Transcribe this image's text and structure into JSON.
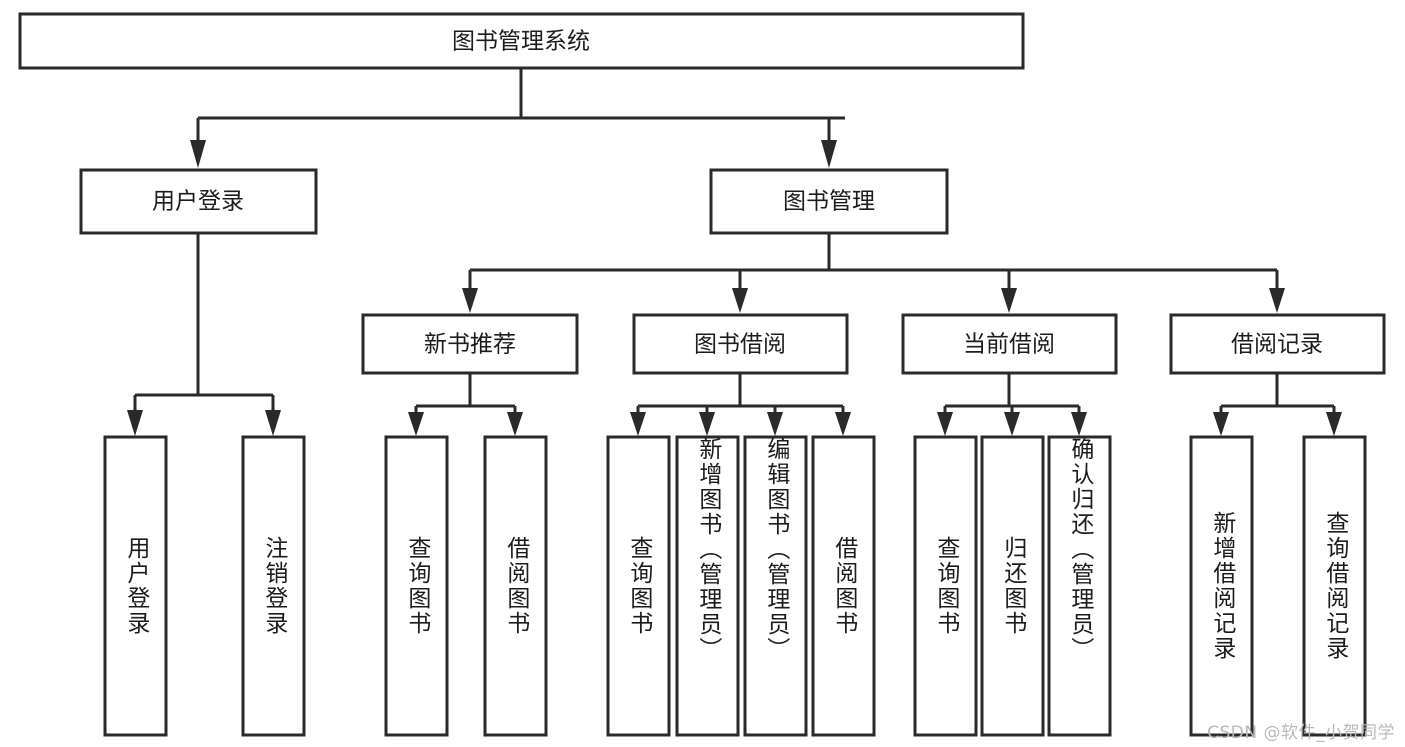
{
  "diagram": {
    "title": "图书管理系统",
    "type": "tree-hierarchy-chart",
    "watermark": "CSDN @软件_小贺同学",
    "colors": {
      "stroke": "#2a2a2a",
      "fill": "#ffffff",
      "text": "#1c1c1c",
      "watermark": "#b9b9b9"
    },
    "levels": {
      "root": {
        "label": "图书管理系统"
      },
      "level2": [
        {
          "id": "user-login",
          "label": "用户登录"
        },
        {
          "id": "book-management",
          "label": "图书管理"
        }
      ],
      "level3": [
        {
          "id": "new-book-recommend",
          "label": "新书推荐"
        },
        {
          "id": "book-borrow",
          "label": "图书借阅"
        },
        {
          "id": "current-borrow",
          "label": "当前借阅"
        },
        {
          "id": "borrow-record",
          "label": "借阅记录"
        }
      ],
      "leaves": {
        "user_login": [
          {
            "id": "leaf-user-login",
            "label": "用户登录"
          },
          {
            "id": "leaf-logout-login",
            "label": "注销登录"
          }
        ],
        "new_book_recommend": [
          {
            "id": "leaf-query-book-1",
            "label": "查询图书"
          },
          {
            "id": "leaf-borrow-book-1",
            "label": "借阅图书"
          }
        ],
        "book_borrow": [
          {
            "id": "leaf-query-book-2",
            "label": "查询图书"
          },
          {
            "id": "leaf-add-book",
            "label": "新增图书（管理员）"
          },
          {
            "id": "leaf-edit-book",
            "label": "编辑图书（管理员）"
          },
          {
            "id": "leaf-borrow-book-2",
            "label": "借阅图书"
          }
        ],
        "current_borrow": [
          {
            "id": "leaf-query-book-3",
            "label": "查询图书"
          },
          {
            "id": "leaf-return-book",
            "label": "归还图书"
          },
          {
            "id": "leaf-confirm-return",
            "label": "确认归还（管理员）"
          }
        ],
        "borrow_record": [
          {
            "id": "leaf-add-record",
            "label": "新增借阅记录"
          },
          {
            "id": "leaf-query-record",
            "label": "查询借阅记录"
          }
        ]
      }
    }
  }
}
